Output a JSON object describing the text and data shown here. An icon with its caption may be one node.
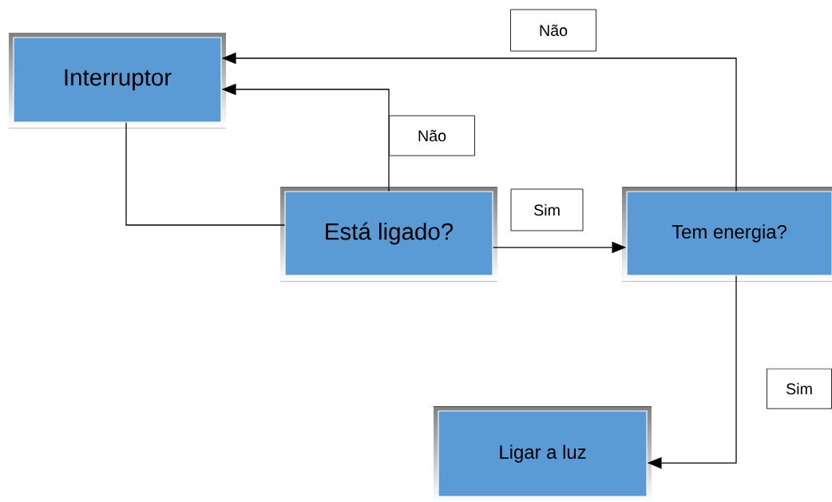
{
  "diagram": {
    "nodes": [
      {
        "text": [
          "Interruptor"
        ]
      },
      {
        "text": [
          "Está ligado?"
        ]
      },
      {
        "text": [
          "Tem energia?"
        ]
      },
      {
        "text": [
          "Ligar a luz"
        ]
      }
    ],
    "edges": [
      {
        "from": 0,
        "to": 1,
        "arrow": "none"
      },
      {
        "from": 1,
        "to": 0,
        "arrow": "to",
        "label": "Não"
      },
      {
        "from": 1,
        "to": 2,
        "arrow": "to",
        "label": "Sim"
      },
      {
        "from": 2,
        "to": 0,
        "arrow": "to",
        "label": "Não"
      },
      {
        "from": 2,
        "to": 3,
        "arrow": "to",
        "label": "Sim"
      }
    ]
  }
}
